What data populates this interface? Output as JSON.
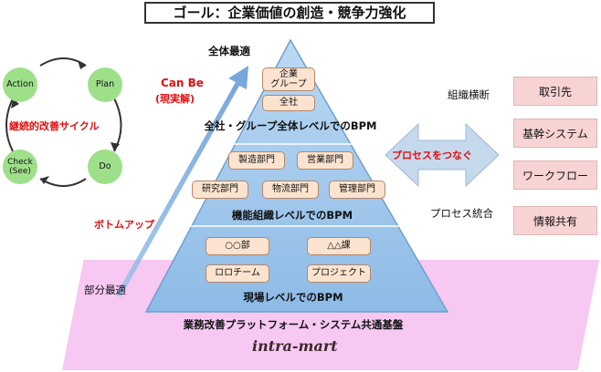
{
  "goal": "ゴール：企業価値の創造・競争力強化",
  "pyramid": {
    "apex_label": "全体最適",
    "top_nodes": [
      "企業\nグループ",
      "全社"
    ],
    "top_level": "全社・グループ全体レベルでのBPM",
    "mid_nodes": [
      "製造部門",
      "営業部門",
      "研究部門",
      "物流部門",
      "管理部門"
    ],
    "mid_level": "機能組織レベルでのBPM",
    "bottom_nodes": [
      "○○部",
      "△△課",
      "ロロチーム",
      "プロジェクト"
    ],
    "bottom_level": "現場レベルでのBPM",
    "base_label": "部分最適"
  },
  "platform": {
    "label": "業務改善プラットフォーム・システム共通基盤",
    "logo": "intra-mart"
  },
  "cycle": {
    "nodes": [
      "Action",
      "Plan",
      "Do",
      "Check\n(See)"
    ],
    "label": "継続的改善サイクル"
  },
  "arrow": {
    "can_be": "Can Be",
    "can_be_sub": "(現実解)",
    "bottom_up": "ボトムアップ"
  },
  "process": {
    "connect_label": "プロセスをつなぐ",
    "cross_org": "組織横断",
    "integration": "プロセス統合",
    "items": [
      "取引先",
      "基幹システム",
      "ワークフロー",
      "情報共有"
    ]
  },
  "colors": {
    "pyramid_fill": "#9ec7ec",
    "platform": "#f6c8f2",
    "node_fill": "#fbe3cf",
    "cycle_node": "#9ee08a",
    "right_box": "#f7d3d3",
    "accent_red": "#e01010"
  }
}
